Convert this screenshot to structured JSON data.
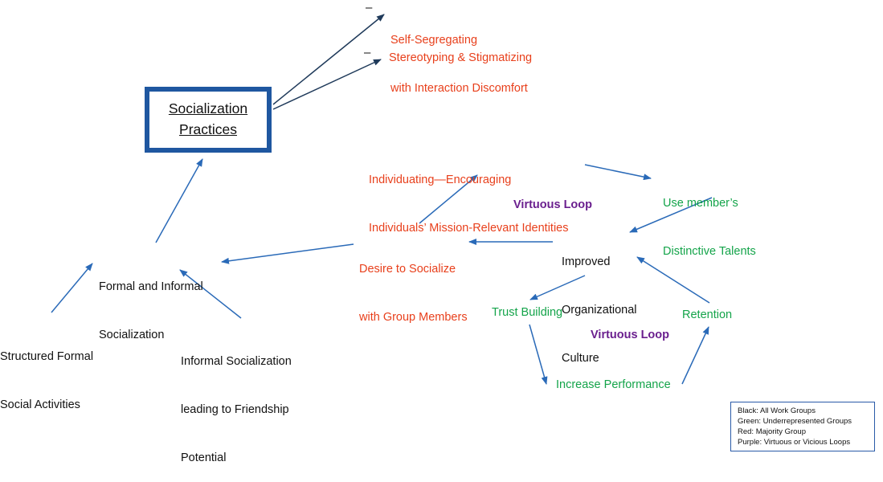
{
  "main_box": {
    "line1": "Socialization",
    "line2": "Practices"
  },
  "nodes": {
    "self_segregating": {
      "line1": "Self-Segregating",
      "line2": "with Interaction Discomfort"
    },
    "stereotyping": "Stereotyping & Stigmatizing",
    "individuating": {
      "line1": "Individuating—Encouraging",
      "line2": "Individuals’ Mission-Relevant Identities"
    },
    "use_member": {
      "line1": "Use member’s",
      "line2": "Distinctive Talents"
    },
    "virtuous_loop_1": "Virtuous Loop",
    "improved_culture": {
      "line1": "Improved",
      "line2": "Organizational",
      "line3": "Culture"
    },
    "desire_socialize": {
      "line1": "Desire to Socialize",
      "line2": "with Group Members"
    },
    "formal_informal": {
      "line1": "Formal and Informal",
      "line2": "Socialization"
    },
    "structured_formal": {
      "line1": "Structured Formal",
      "line2": "Social Activities"
    },
    "informal_socialization": {
      "line1": "Informal Socialization",
      "line2": "leading to Friendship",
      "line3": "Potential"
    },
    "trust_building": "Trust Building",
    "retention": "Retention",
    "virtuous_loop_2": "Virtuous Loop",
    "increase_performance": "Increase Performance"
  },
  "minus_signs": [
    "–",
    "–"
  ],
  "legend": {
    "items": [
      "Black: All Work Groups",
      "Green: Underrepresented Groups",
      "Red: Majority Group",
      "Purple: Virtuous or Vicious Loops"
    ]
  },
  "colors": {
    "red": "#e8401c",
    "green": "#14a44a",
    "black": "#111111",
    "purple": "#6a1f8e",
    "arrow_blue": "#2a6ab8",
    "arrow_dark": "#1f3a5a",
    "box_border": "#1f57a0"
  }
}
